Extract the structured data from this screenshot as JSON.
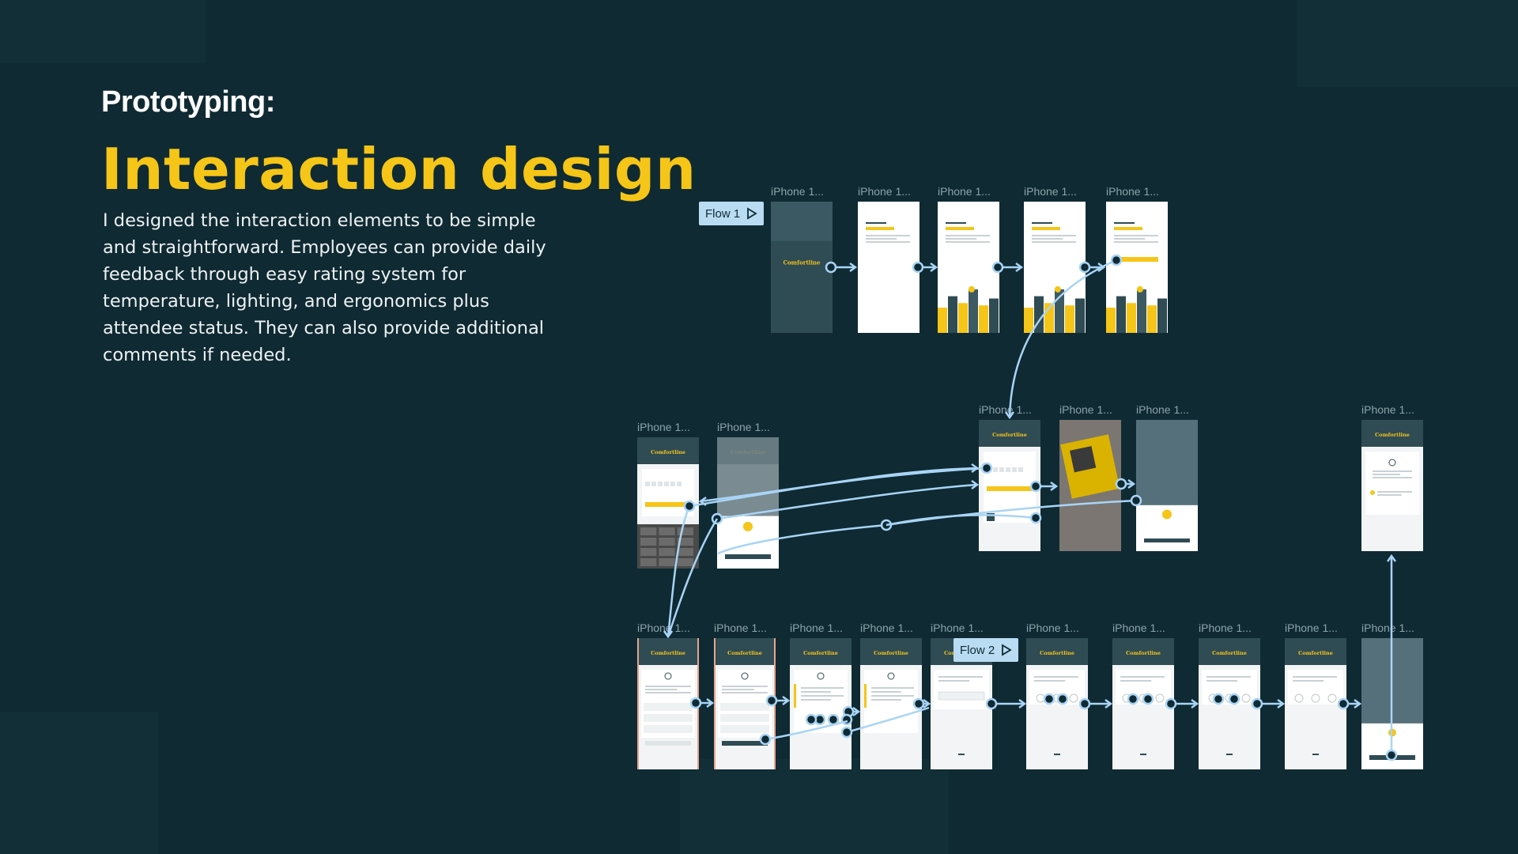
{
  "intro": {
    "eyebrow": "Prototyping:",
    "headline": "Interaction design",
    "body": "I designed the interaction elements to be simple and straightforward. Employees can provide daily feedback through easy rating system for temperature, lighting, and ergonomics plus attendee status. They can also provide additional comments if needed."
  },
  "flows": [
    {
      "label": "Flow 1",
      "icon": "play-outline-icon"
    },
    {
      "label": "Flow 2",
      "icon": "play-outline-icon"
    }
  ],
  "frame_label": "iPhone 1...",
  "brand": "Comfortline",
  "colors": {
    "background": "#0f2a33",
    "accent": "#f5c518",
    "connector": "#a9d4f5",
    "screen_header": "#2f4b54"
  }
}
